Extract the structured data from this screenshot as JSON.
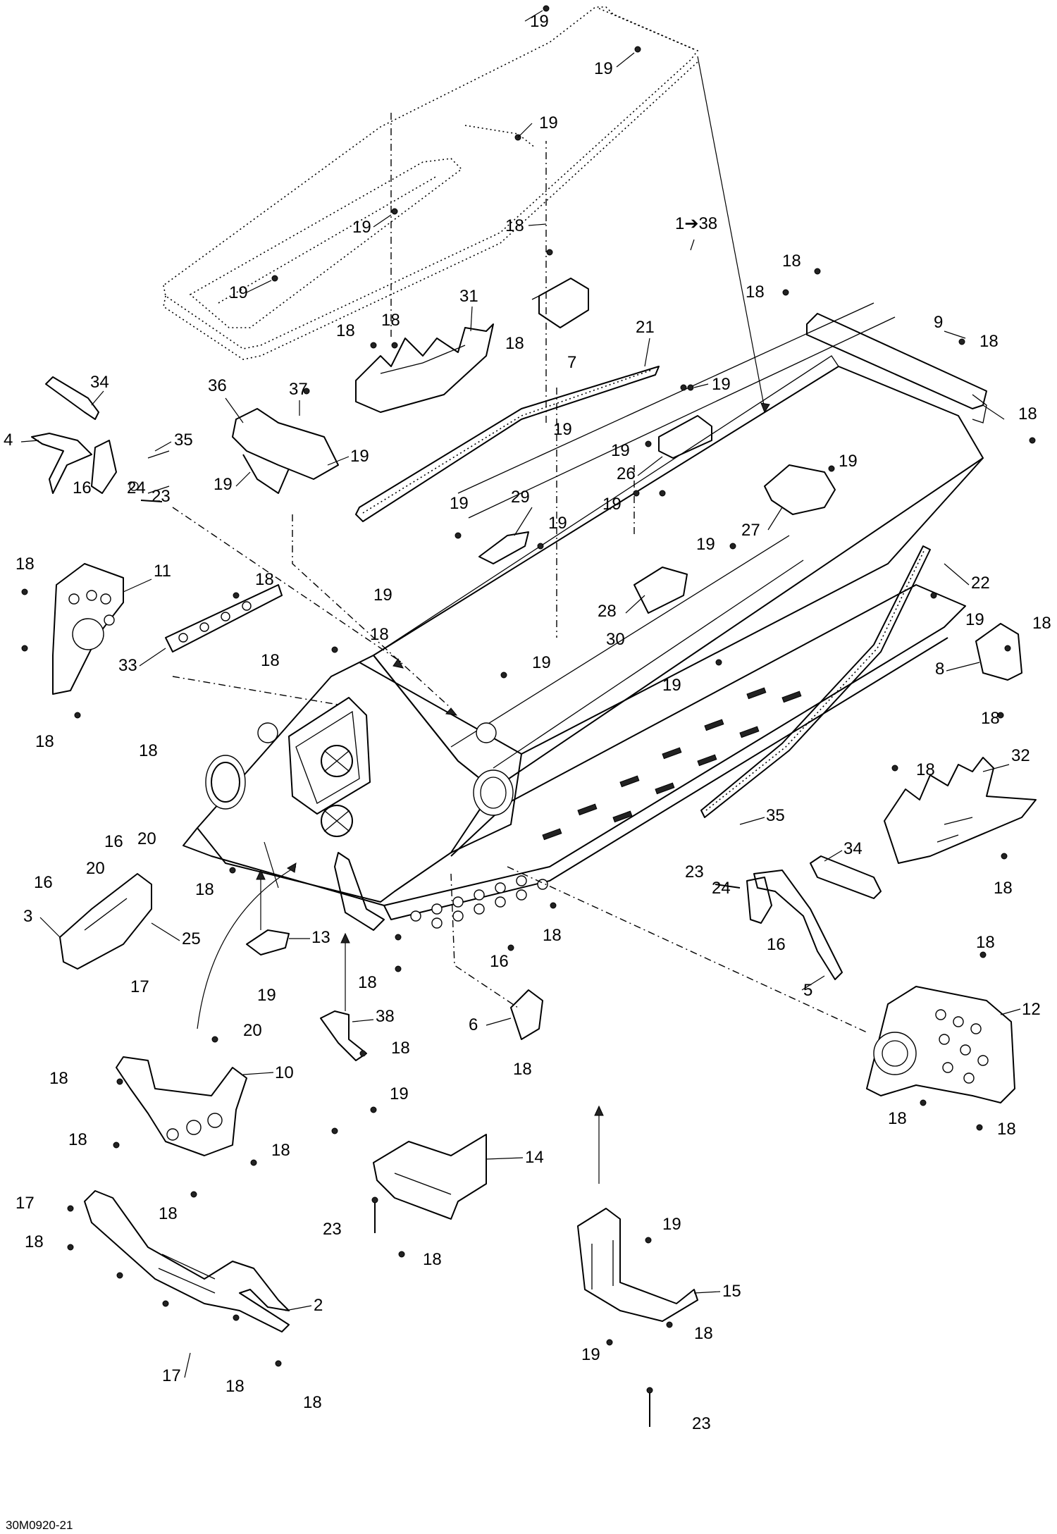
{
  "diagram_code": "30M0920-21",
  "callouts": [
    {
      "id": "c19a",
      "text": "19"
    },
    {
      "id": "c19b",
      "text": "19"
    },
    {
      "id": "c19c",
      "text": "19"
    },
    {
      "id": "c19d",
      "text": "19"
    },
    {
      "id": "c19e",
      "text": "19"
    },
    {
      "id": "c18a",
      "text": "18"
    },
    {
      "id": "c31",
      "text": "31"
    },
    {
      "id": "c18b",
      "text": "18"
    },
    {
      "id": "c18c",
      "text": "18"
    },
    {
      "id": "c18d",
      "text": "18"
    },
    {
      "id": "c7",
      "text": "7"
    },
    {
      "id": "c21",
      "text": "21"
    },
    {
      "id": "c1to38",
      "text": "1➔38"
    },
    {
      "id": "c18e",
      "text": "18"
    },
    {
      "id": "c18f",
      "text": "18"
    },
    {
      "id": "c9",
      "text": "9"
    },
    {
      "id": "c18g",
      "text": "18"
    },
    {
      "id": "c18h",
      "text": "18"
    },
    {
      "id": "c34a",
      "text": "34"
    },
    {
      "id": "c4",
      "text": "4"
    },
    {
      "id": "c35a",
      "text": "35"
    },
    {
      "id": "c16a",
      "text": "16"
    },
    {
      "id": "c24a",
      "text": "24"
    },
    {
      "id": "c23a",
      "text": "23"
    },
    {
      "id": "c36",
      "text": "36"
    },
    {
      "id": "c37",
      "text": "37"
    },
    {
      "id": "c19f",
      "text": "19"
    },
    {
      "id": "c19g",
      "text": "19"
    },
    {
      "id": "c19h",
      "text": "19"
    },
    {
      "id": "c19i",
      "text": "19"
    },
    {
      "id": "c19j",
      "text": "19"
    },
    {
      "id": "c26",
      "text": "26"
    },
    {
      "id": "c19k",
      "text": "19"
    },
    {
      "id": "c27",
      "text": "27"
    },
    {
      "id": "c19l",
      "text": "19"
    },
    {
      "id": "c29",
      "text": "29"
    },
    {
      "id": "c19m",
      "text": "19"
    },
    {
      "id": "c19n",
      "text": "19"
    },
    {
      "id": "c19o",
      "text": "19"
    },
    {
      "id": "c28",
      "text": "28"
    },
    {
      "id": "c30",
      "text": "30"
    },
    {
      "id": "c22",
      "text": "22"
    },
    {
      "id": "c19p",
      "text": "19"
    },
    {
      "id": "c18i",
      "text": "18"
    },
    {
      "id": "c11",
      "text": "11"
    },
    {
      "id": "c18j",
      "text": "18"
    },
    {
      "id": "c33",
      "text": "33"
    },
    {
      "id": "c18k",
      "text": "18"
    },
    {
      "id": "c19q",
      "text": "19"
    },
    {
      "id": "c18l",
      "text": "18"
    },
    {
      "id": "c18m",
      "text": "18"
    },
    {
      "id": "c19r",
      "text": "19"
    },
    {
      "id": "c19s",
      "text": "19"
    },
    {
      "id": "c18n",
      "text": "18"
    },
    {
      "id": "c8",
      "text": "8"
    },
    {
      "id": "c18o",
      "text": "18"
    },
    {
      "id": "c18p",
      "text": "18"
    },
    {
      "id": "c18q",
      "text": "18"
    },
    {
      "id": "c32",
      "text": "32"
    },
    {
      "id": "c16b",
      "text": "16"
    },
    {
      "id": "c20a",
      "text": "20"
    },
    {
      "id": "c16c",
      "text": "16"
    },
    {
      "id": "c20b",
      "text": "20"
    },
    {
      "id": "c3",
      "text": "3"
    },
    {
      "id": "c25",
      "text": "25"
    },
    {
      "id": "c18r",
      "text": "18"
    },
    {
      "id": "c35b",
      "text": "35"
    },
    {
      "id": "c23b",
      "text": "23"
    },
    {
      "id": "c24b",
      "text": "24"
    },
    {
      "id": "c34b",
      "text": "34"
    },
    {
      "id": "c18s",
      "text": "18"
    },
    {
      "id": "c13",
      "text": "13"
    },
    {
      "id": "c19t",
      "text": "19"
    },
    {
      "id": "c17a",
      "text": "17"
    },
    {
      "id": "c16d",
      "text": "16"
    },
    {
      "id": "c18t",
      "text": "18"
    },
    {
      "id": "c16e",
      "text": "16"
    },
    {
      "id": "c5",
      "text": "5"
    },
    {
      "id": "c18u",
      "text": "18"
    },
    {
      "id": "c12",
      "text": "12"
    },
    {
      "id": "c38",
      "text": "38"
    },
    {
      "id": "c18v",
      "text": "18"
    },
    {
      "id": "c6",
      "text": "6"
    },
    {
      "id": "c18w",
      "text": "18"
    },
    {
      "id": "c20c",
      "text": "20"
    },
    {
      "id": "c18x",
      "text": "18"
    },
    {
      "id": "c10",
      "text": "10"
    },
    {
      "id": "c18y",
      "text": "18"
    },
    {
      "id": "c18z",
      "text": "18"
    },
    {
      "id": "c19u",
      "text": "19"
    },
    {
      "id": "c14",
      "text": "14"
    },
    {
      "id": "c18aa",
      "text": "18"
    },
    {
      "id": "c18ab",
      "text": "18"
    },
    {
      "id": "c18ac",
      "text": "18"
    },
    {
      "id": "c17b",
      "text": "17"
    },
    {
      "id": "c18ad",
      "text": "18"
    },
    {
      "id": "c23c",
      "text": "23"
    },
    {
      "id": "c18ae",
      "text": "18"
    },
    {
      "id": "c18af",
      "text": "18"
    },
    {
      "id": "c2",
      "text": "2"
    },
    {
      "id": "c19v",
      "text": "19"
    },
    {
      "id": "c15",
      "text": "15"
    },
    {
      "id": "c17c",
      "text": "17"
    },
    {
      "id": "c18ag",
      "text": "18"
    },
    {
      "id": "c18ah",
      "text": "18"
    },
    {
      "id": "c19w",
      "text": "19"
    },
    {
      "id": "c18ai",
      "text": "18"
    },
    {
      "id": "c23d",
      "text": "23"
    }
  ]
}
